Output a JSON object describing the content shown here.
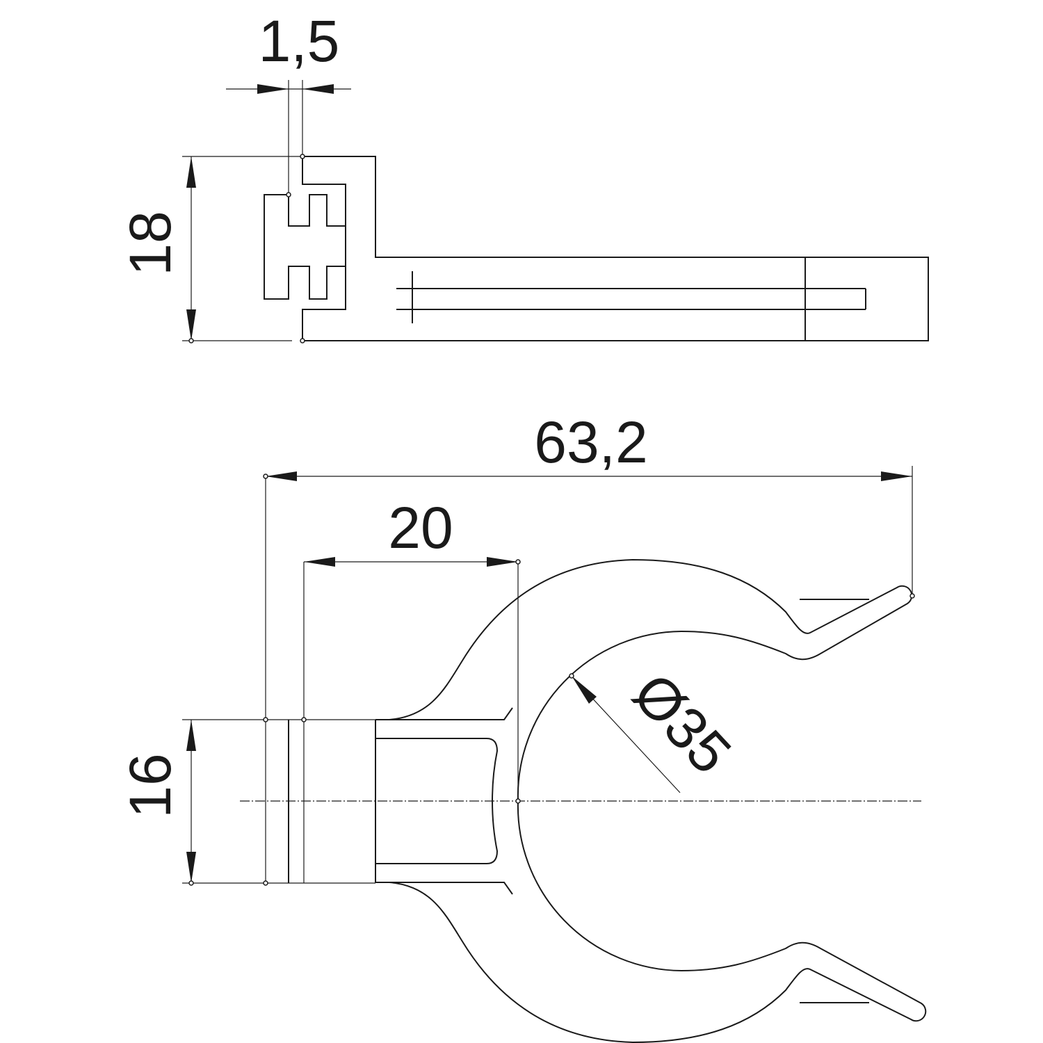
{
  "top_view": {
    "dim_thickness": "1,5",
    "dim_height": "18"
  },
  "front_view": {
    "dim_overall_length": "63,2",
    "dim_neck_length": "20",
    "dim_base_height": "16",
    "dim_diameter": "Ø35"
  },
  "colors": {
    "line": "#1a1a1a",
    "background": "#ffffff"
  }
}
